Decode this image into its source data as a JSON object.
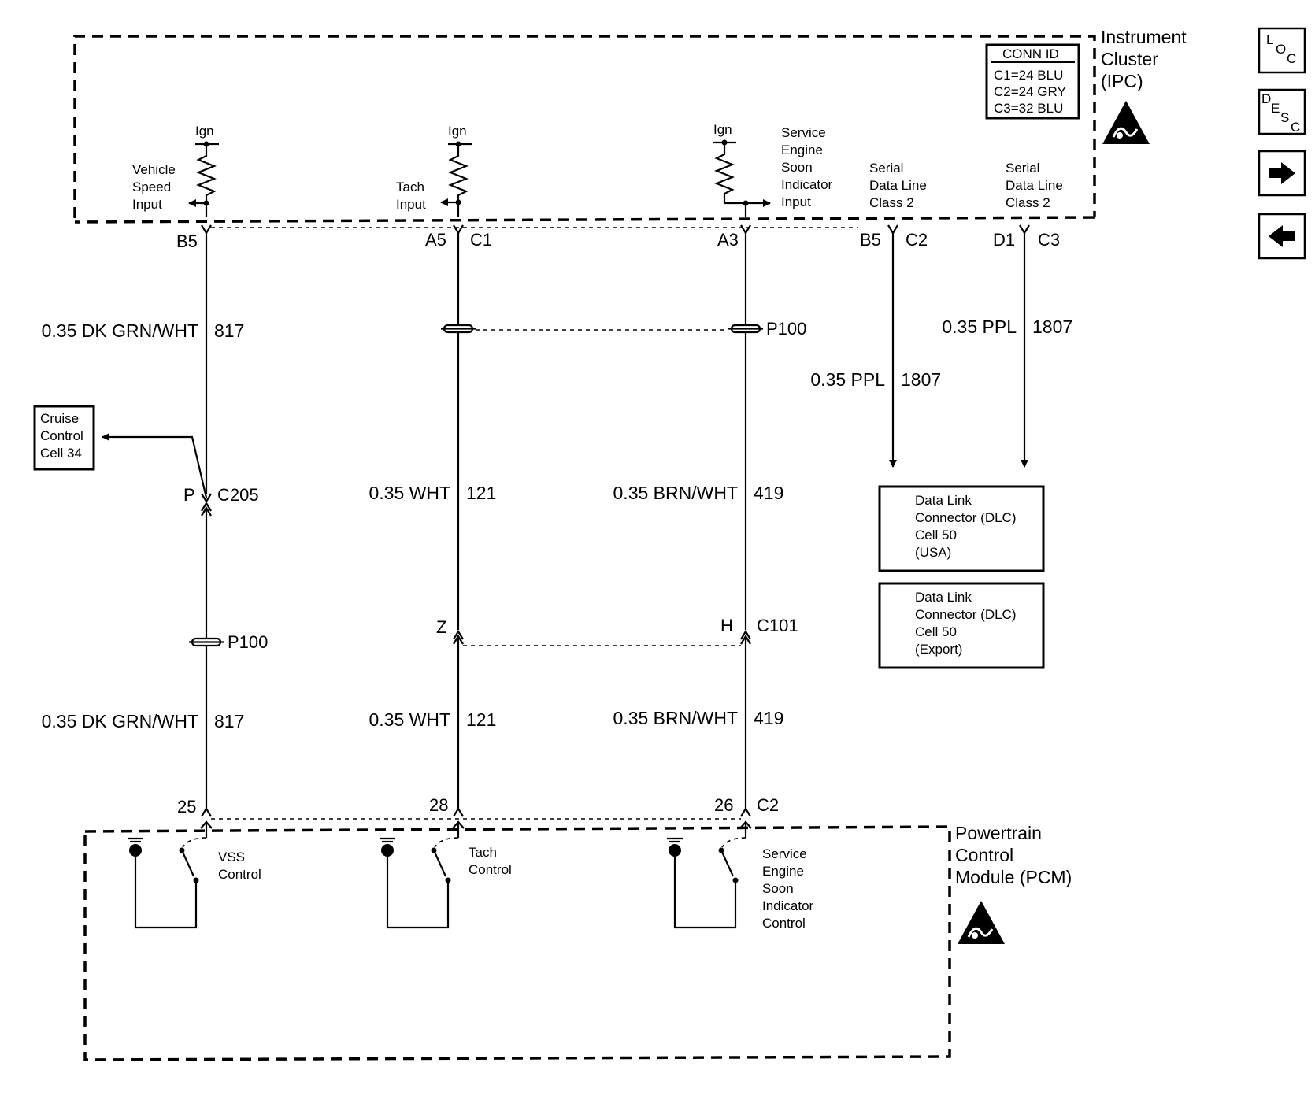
{
  "modules": {
    "ipc": {
      "name": [
        "Instrument",
        "Cluster",
        "(IPC)"
      ]
    },
    "pcm": {
      "name": [
        "Powertrain",
        "Control",
        "Module (PCM)"
      ]
    }
  },
  "conn_id": {
    "title": "CONN ID",
    "rows": [
      "C1=24 BLU",
      "C2=24 GRY",
      "C3=32 BLU"
    ]
  },
  "ipc_inputs": {
    "ign_label": "Ign",
    "vehicle_speed": [
      "Vehicle",
      "Speed",
      "Input"
    ],
    "tach": [
      "Tach",
      "Input"
    ],
    "ses": [
      "Service",
      "Engine",
      "Soon",
      "Indicator",
      "Input"
    ],
    "serial_1": [
      "Serial",
      "Data Line",
      "Class 2"
    ],
    "serial_2": [
      "Serial",
      "Data Line",
      "Class 2"
    ]
  },
  "ipc_pins": {
    "vss": "B5",
    "tach": "A5",
    "tach_conn": "C1",
    "ses": "A3",
    "serial_1": "B5",
    "serial_1_conn": "C2",
    "serial_2": "D1",
    "serial_2_conn": "C3"
  },
  "wires": {
    "vss_upper": {
      "color": "0.35 DK GRN/WHT",
      "circuit": "817"
    },
    "vss_lower": {
      "color": "0.35 DK GRN/WHT",
      "circuit": "817"
    },
    "tach_upper": {
      "color": "0.35 WHT",
      "circuit": "121"
    },
    "tach_lower": {
      "color": "0.35 WHT",
      "circuit": "121"
    },
    "ses_upper": {
      "color": "0.35 BRN/WHT",
      "circuit": "419"
    },
    "ses_lower": {
      "color": "0.35 BRN/WHT",
      "circuit": "419"
    },
    "serial_1": {
      "color": "0.35 PPL",
      "circuit": "1807"
    },
    "serial_2": {
      "color": "0.35 PPL",
      "circuit": "1807"
    }
  },
  "splices": {
    "p100_top": "P100",
    "p100_vss": "P100"
  },
  "connectors": {
    "c205_pin": "P",
    "c205": "C205",
    "c101_tach_pin": "Z",
    "c101_ses_pin": "H",
    "c101": "C101"
  },
  "cruise_box": [
    "Cruise",
    "Control",
    "Cell 34"
  ],
  "dlc_usa": [
    "Data Link",
    "Connector (DLC)",
    "Cell 50",
    "(USA)"
  ],
  "dlc_export": [
    "Data Link",
    "Connector (DLC)",
    "Cell 50",
    "(Export)"
  ],
  "pcm_pins": {
    "vss": "25",
    "tach": "28",
    "ses": "26",
    "conn": "C2"
  },
  "pcm_controls": {
    "vss": [
      "VSS",
      "Control"
    ],
    "tach": [
      "Tach",
      "Control"
    ],
    "ses": [
      "Service",
      "Engine",
      "Soon",
      "Indicator",
      "Control"
    ]
  },
  "nav": {
    "loc": [
      "L",
      "O",
      "C"
    ],
    "desc": [
      "D",
      "E",
      "S",
      "C"
    ],
    "forward_icon": "right-arrow-icon",
    "back_icon": "left-arrow-icon"
  }
}
